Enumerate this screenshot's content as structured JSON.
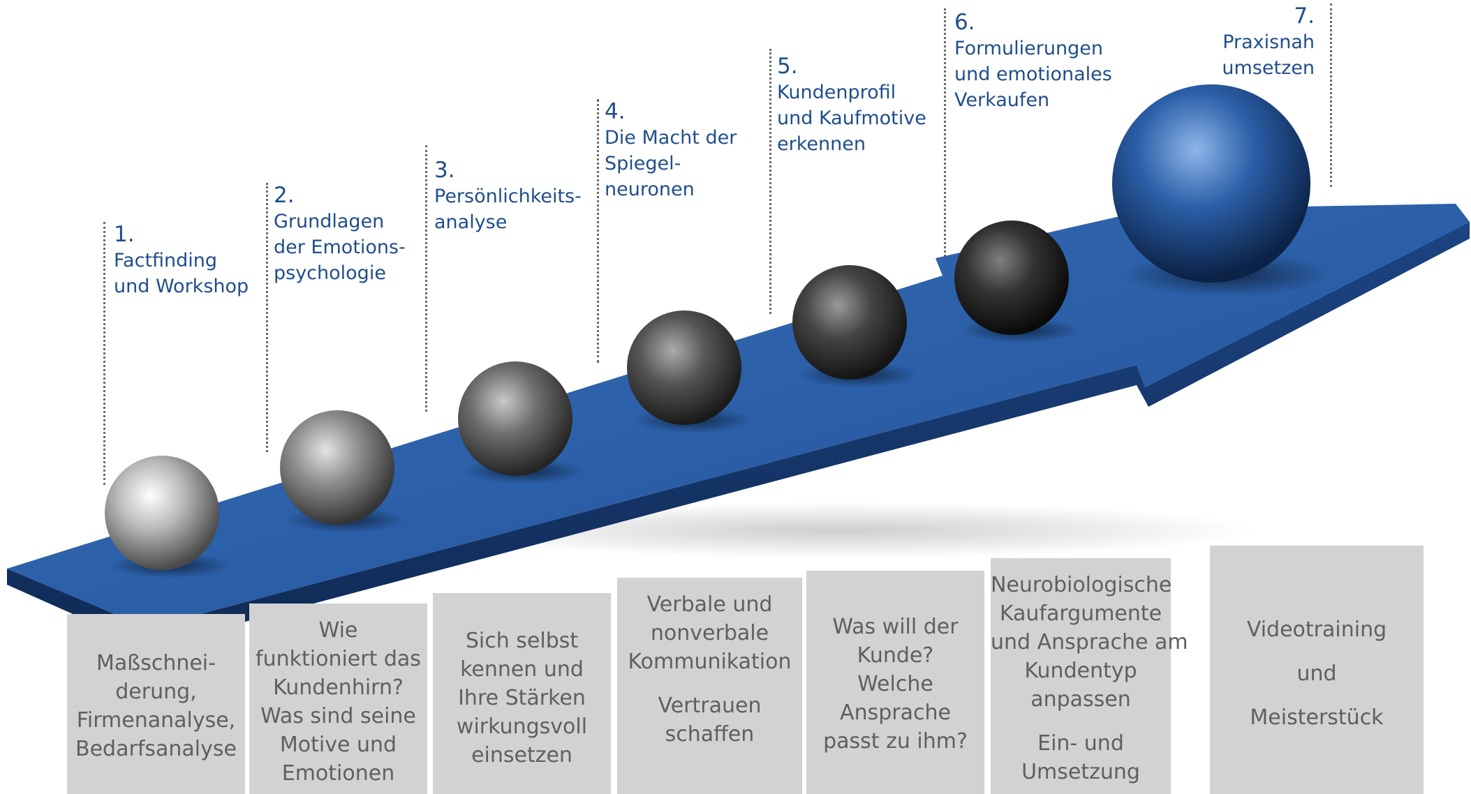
{
  "colors": {
    "arrow_top": "#2b5fa8",
    "arrow_side": "#17386a",
    "label_text": "#1f4e8c",
    "box_bg": "#d2d2d2",
    "box_text": "#5f5f5f",
    "dotted_line": "#6a6a6a"
  },
  "steps": [
    {
      "number": "1.",
      "lines": [
        "Factfinding",
        "und Workshop"
      ],
      "sphere_color": "light-silver"
    },
    {
      "number": "2.",
      "lines": [
        "Grundlagen",
        "der Emotions-",
        "psychologie"
      ],
      "sphere_color": "silver"
    },
    {
      "number": "3.",
      "lines": [
        "Persönlichkeits-",
        "analyse"
      ],
      "sphere_color": "grey"
    },
    {
      "number": "4.",
      "lines": [
        "Die Macht der",
        "Spiegel-",
        "neuronen"
      ],
      "sphere_color": "dark-grey"
    },
    {
      "number": "5.",
      "lines": [
        "Kundenprofil",
        "und Kaufmotive",
        "erkennen"
      ],
      "sphere_color": "charcoal"
    },
    {
      "number": "6.",
      "lines": [
        "Formulierungen",
        "und emotionales",
        "Verkaufen"
      ],
      "sphere_color": "black"
    },
    {
      "number": "7.",
      "lines": [
        "Praxisnah",
        "umsetzen"
      ],
      "sphere_color": "blue"
    }
  ],
  "boxes": [
    {
      "groups": [
        [
          "Maßschnei-",
          "derung,",
          "Firmenanalyse,",
          "Bedarfsanalyse"
        ]
      ]
    },
    {
      "groups": [
        [
          "Wie",
          "funktioniert das",
          "Kundenhirn?",
          "Was sind seine",
          "Motive und",
          "Emotionen"
        ]
      ]
    },
    {
      "groups": [
        [
          "Sich selbst",
          "kennen und",
          "Ihre Stärken",
          "wirkungsvoll",
          "einsetzen"
        ]
      ]
    },
    {
      "groups": [
        [
          "Verbale und",
          "nonverbale",
          "Kommunikation"
        ],
        [
          "Vertrauen",
          "schaffen"
        ]
      ]
    },
    {
      "groups": [
        [
          "Was will der",
          "Kunde?",
          "Welche",
          "Ansprache",
          "passt zu ihm?"
        ]
      ]
    },
    {
      "groups": [
        [
          "Neurobiologische",
          "Kaufargumente",
          "und Ansprache am",
          "Kundentyp",
          "anpassen"
        ],
        [
          "Ein- und",
          "Umsetzung"
        ]
      ]
    },
    {
      "groups": [
        [
          "Videotraining"
        ],
        [
          "und"
        ],
        [
          "Meisterstück"
        ]
      ]
    }
  ]
}
